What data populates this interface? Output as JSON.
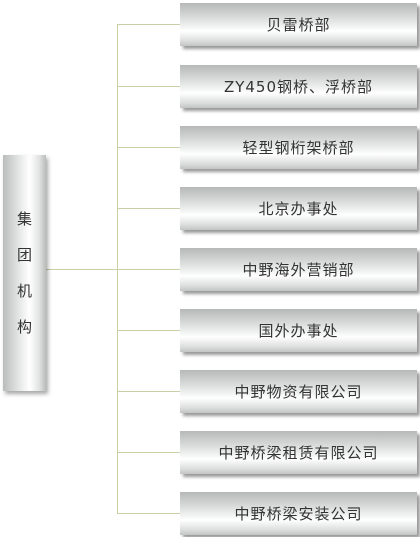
{
  "root": {
    "label": "集团机构"
  },
  "branches": [
    {
      "label": "贝雷桥部"
    },
    {
      "label": "ZY450钢桥、浮桥部"
    },
    {
      "label": "轻型钢桁架桥部"
    },
    {
      "label": "北京办事处"
    },
    {
      "label": "中野海外营销部"
    },
    {
      "label": "国外办事处"
    },
    {
      "label": "中野物资有限公司"
    },
    {
      "label": "中野桥梁租赁有限公司"
    },
    {
      "label": "中野桥梁安装公司"
    }
  ],
  "colors": {
    "connector": "#c9d0a8",
    "text": "#333333"
  }
}
